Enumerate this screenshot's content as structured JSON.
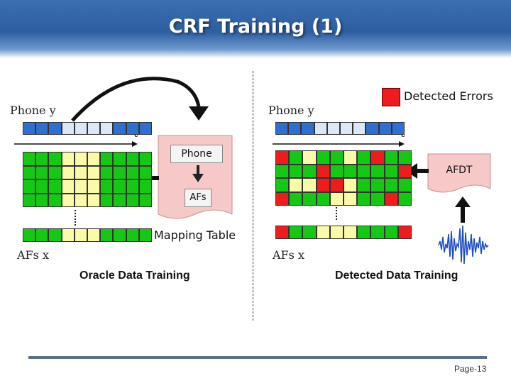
{
  "title": "CRF Training (1)",
  "left": {
    "phone_label": "Phone y",
    "t_label": "t",
    "afs_label": "AFs x",
    "caption": "Oracle Data Training",
    "mapping": {
      "phone": "Phone",
      "afs": "AFs",
      "table_label": "Mapping Table"
    }
  },
  "right": {
    "phone_label": "Phone y",
    "t_label": "t",
    "afs_label": "AFs x",
    "caption": "Detected Data Training",
    "afdt": "AFDT",
    "legend": "Detected Errors"
  },
  "page": "Page-13",
  "colors": {
    "green": "#14c814",
    "yellow": "#fafaa8",
    "red": "#ee1c1c",
    "blue": "#2f6fd0",
    "light_blue": "#dce8f8",
    "pink": "#f7c8c8"
  }
}
